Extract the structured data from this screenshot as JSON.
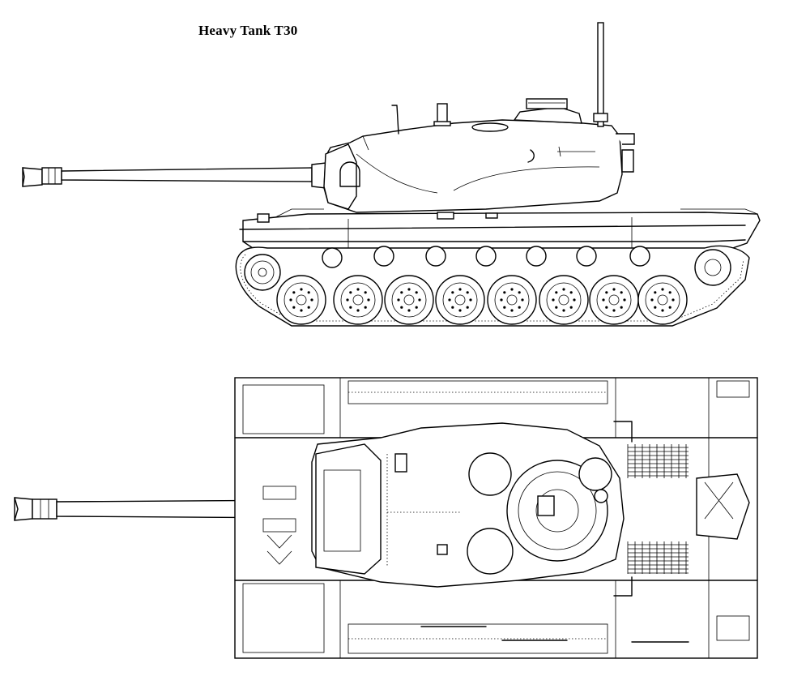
{
  "title": "Heavy Tank T30",
  "views": {
    "side": {
      "name": "side-elevation"
    },
    "top": {
      "name": "top-plan"
    }
  },
  "colors": {
    "line": "#000000",
    "paper": "#ffffff"
  }
}
